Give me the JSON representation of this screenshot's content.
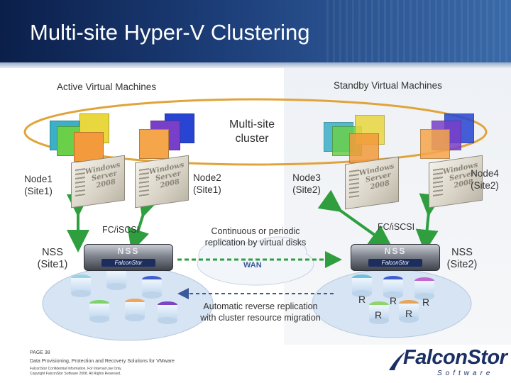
{
  "title": "Multi-site Hyper-V Clustering",
  "labels": {
    "active_vms": "Active Virtual Machines",
    "standby_vms": "Standby Virtual Machines",
    "cluster_line1": "Multi-site",
    "cluster_line2": "cluster",
    "node1_line1": "Node1",
    "node1_line2": "(Site1)",
    "node2_line1": "Node2",
    "node2_line2": "(Site1)",
    "node3_line1": "Node3",
    "node3_line2": "(Site2)",
    "node4_line1": "Node4",
    "node4_line2": "(Site2)",
    "fc_left": "FC/iSCSI",
    "fc_right": "FC/iSCSI",
    "nss_site1_line1": "NSS",
    "nss_site1_line2": "(Site1)",
    "nss_site2_line1": "NSS",
    "nss_site2_line2": "(Site2)",
    "replication_line1": "Continuous or periodic",
    "replication_line2": "replication by virtual disks",
    "wan": "WAN",
    "reverse_line1": "Automatic reverse replication",
    "reverse_line2": "with cluster resource migration",
    "replica_marker": "R"
  },
  "server_label": {
    "line1": "Windows",
    "line2": "Server",
    "line3": "2008"
  },
  "appliance": {
    "nss_text": "NSS",
    "brand_text": "FalconStor"
  },
  "footer": {
    "page": "PAGE 38",
    "subtitle": "Data Provisioning, Protection and Recovery Solutions for VMware",
    "fine1": "FalconStor Confidential Information. For Internal Use Only.",
    "fine2": "Copyright FalconStor Software 2008. All Rights Reserved."
  },
  "logo": {
    "name": "FalconStor",
    "sub": "Software"
  },
  "colors": {
    "header": "#1d3f7a",
    "ellipse": "#e0a43a",
    "arrow": "#2e9e3e",
    "replication_arrow": "#3c5a9a",
    "disk": "#d8e8f8"
  }
}
